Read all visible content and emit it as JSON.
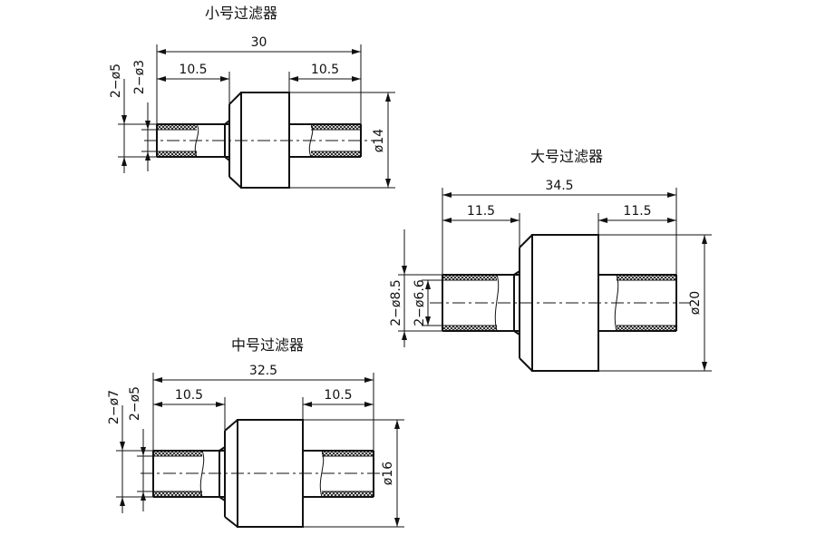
{
  "filters": [
    {
      "title": "小号过滤器",
      "total_length": "30",
      "left_length": "10.5",
      "right_length": "10.5",
      "body_diameter": "ø14",
      "outer_diameter": "2−ø5",
      "inner_diameter": "2−ø3"
    },
    {
      "title": "大号过滤器",
      "total_length": "34.5",
      "left_length": "11.5",
      "right_length": "11.5",
      "body_diameter": "ø20",
      "outer_diameter": "2−ø8.5",
      "inner_diameter": "2−ø6.6"
    },
    {
      "title": "中号过滤器",
      "total_length": "32.5",
      "left_length": "10.5",
      "right_length": "10.5",
      "body_diameter": "ø16",
      "outer_diameter": "2−ø7",
      "inner_diameter": "2−ø5"
    }
  ]
}
